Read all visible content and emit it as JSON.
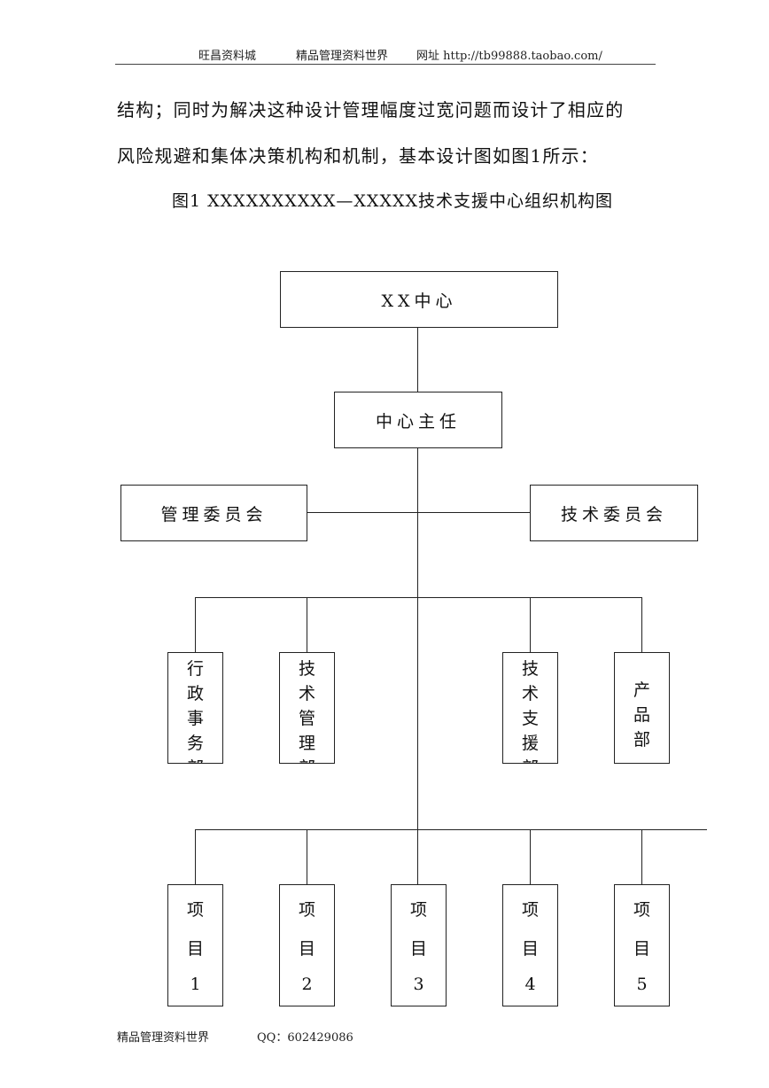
{
  "header": {
    "left": "旺昌资料城",
    "middle": "精品管理资料世界",
    "right": "网址  http://tb99888.taobao.com/"
  },
  "body": {
    "line1": "结构；同时为解决这种设计管理幅度过宽问题而设计了相应的",
    "line2": "风险规避和集体决策机构和机制，基本设计图如图1所示：",
    "caption": "图1   XXXXXXXXXX—XXXXX技术支援中心组织机构图"
  },
  "org": {
    "top": "XX中心",
    "director": "中心主任",
    "mgmt_committee": "管理委员会",
    "tech_committee": "技术委员会",
    "depts": [
      "行政事务部",
      "技术管理部",
      "技术支援部",
      "产品部"
    ],
    "projects": [
      {
        "a": "项",
        "b": "目",
        "n": "1"
      },
      {
        "a": "项",
        "b": "目",
        "n": "2"
      },
      {
        "a": "项",
        "b": "目",
        "n": "3"
      },
      {
        "a": "项",
        "b": "目",
        "n": "4"
      },
      {
        "a": "项",
        "b": "目",
        "n": "5"
      }
    ]
  },
  "footer": {
    "left": "精品管理资料世界",
    "qq": "QQ：602429086"
  }
}
